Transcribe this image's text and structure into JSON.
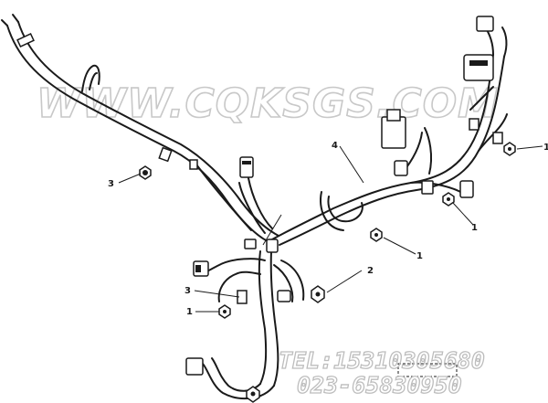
{
  "watermark": {
    "site": "WWW.CQKSGS.COM",
    "phone": "TEL:15310305680",
    "mobile": "023-65830950"
  },
  "callouts": [
    {
      "label": "1"
    },
    {
      "label": "1"
    },
    {
      "label": "1"
    },
    {
      "label": "1"
    },
    {
      "label": "2"
    },
    {
      "label": "3"
    },
    {
      "label": "3"
    },
    {
      "label": "4"
    }
  ],
  "tag_label": "",
  "colors": {
    "line": "#1a1a1a",
    "watermark": "#c8c8c8",
    "background": "#ffffff"
  }
}
